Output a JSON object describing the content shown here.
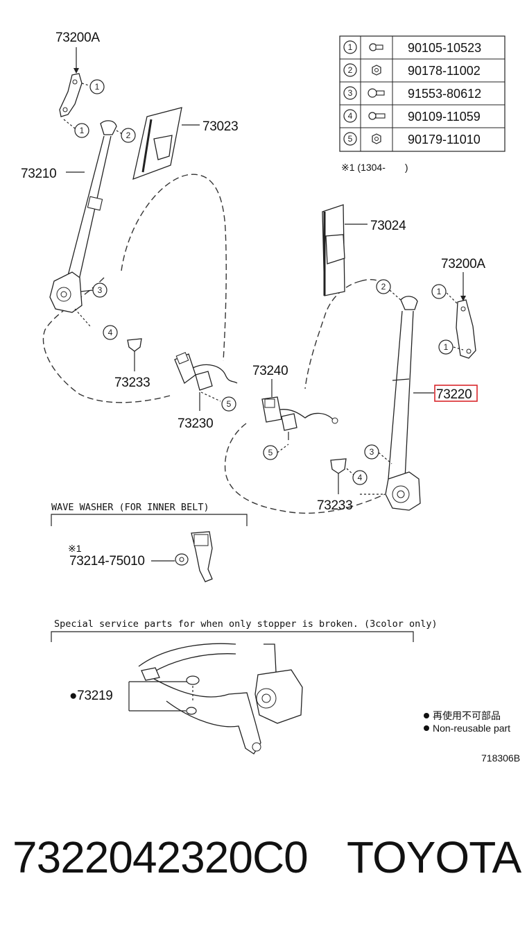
{
  "parts_table": [
    {
      "ref": "1",
      "part_no": "90105-10523"
    },
    {
      "ref": "2",
      "part_no": "90178-11002"
    },
    {
      "ref": "3",
      "part_no": "91553-80612"
    },
    {
      "ref": "4",
      "part_no": "90109-11059"
    },
    {
      "ref": "5",
      "part_no": "90179-11010"
    }
  ],
  "table_note": "※1 (1304-　　)",
  "labels": {
    "l_73200a_top": "73200A",
    "l_73023": "73023",
    "l_73210": "73210",
    "l_73233_left": "73233",
    "l_73230": "73230",
    "l_73024": "73024",
    "l_73200a_right": "73200A",
    "l_73240": "73240",
    "l_73220": "73220",
    "l_73233_right": "73233",
    "l_73214": "73214-75010",
    "l_73219": "●73219"
  },
  "highlight_color": "#d9262b",
  "wave_washer": {
    "title": "WAVE WASHER (FOR INNER BELT)",
    "note": "※1"
  },
  "special_service": {
    "title": "Special service parts for when only stopper is broken. (3color only)"
  },
  "legend": {
    "jp": "再使用不可部品",
    "en": "Non-reusable part"
  },
  "diagram_code": "718306B",
  "footer": {
    "part_number": "7322042320C0",
    "brand": "TOYOTA"
  }
}
